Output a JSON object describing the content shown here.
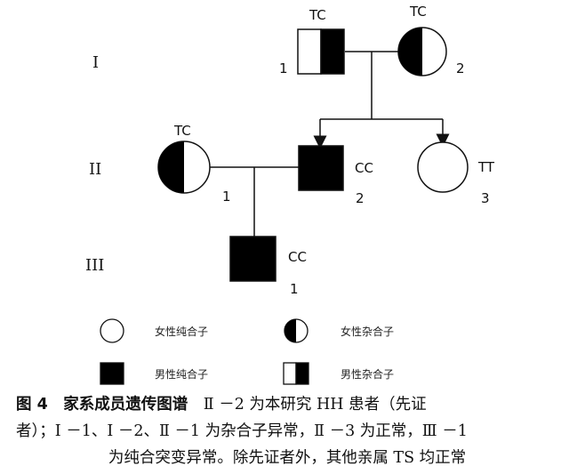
{
  "generations": [
    "I",
    "II",
    "III"
  ],
  "individuals": [
    {
      "id": "I-1",
      "sex": "male",
      "status": "heterozygous",
      "genotype": "TC",
      "number": "1"
    },
    {
      "id": "I-2",
      "sex": "female",
      "status": "heterozygous",
      "genotype": "TC",
      "number": "2"
    },
    {
      "id": "II-1",
      "sex": "female",
      "status": "heterozygous",
      "genotype": "TC",
      "number": "1"
    },
    {
      "id": "II-2",
      "sex": "male",
      "status": "homozygous",
      "genotype": "CC",
      "number": "2",
      "proband": true
    },
    {
      "id": "II-3",
      "sex": "female",
      "status": "normal",
      "genotype": "TT",
      "number": "3"
    },
    {
      "id": "III-1",
      "sex": "male",
      "status": "homozygous",
      "genotype": "CC",
      "number": "1"
    }
  ],
  "legend": {
    "female_homozygous": "女性纯合子",
    "female_heterozygous": "女性杂合子",
    "male_homozygous": "男性纯合子",
    "male_heterozygous": "男性杂合子"
  },
  "caption": {
    "title": "图 4　家系成员遗传图谱",
    "line1_rest": "　Ⅱ －2 为本研究 HH 患者（先证",
    "line2": "者）；Ⅰ －1、Ⅰ －2、Ⅱ －1 为杂合子异常，Ⅱ －3 为正常，Ⅲ －1",
    "line3": "为纯合突变异常。除先证者外，其他亲属 TS 均正常"
  },
  "colors": {
    "fill": "#000000",
    "stroke": "#111111"
  }
}
